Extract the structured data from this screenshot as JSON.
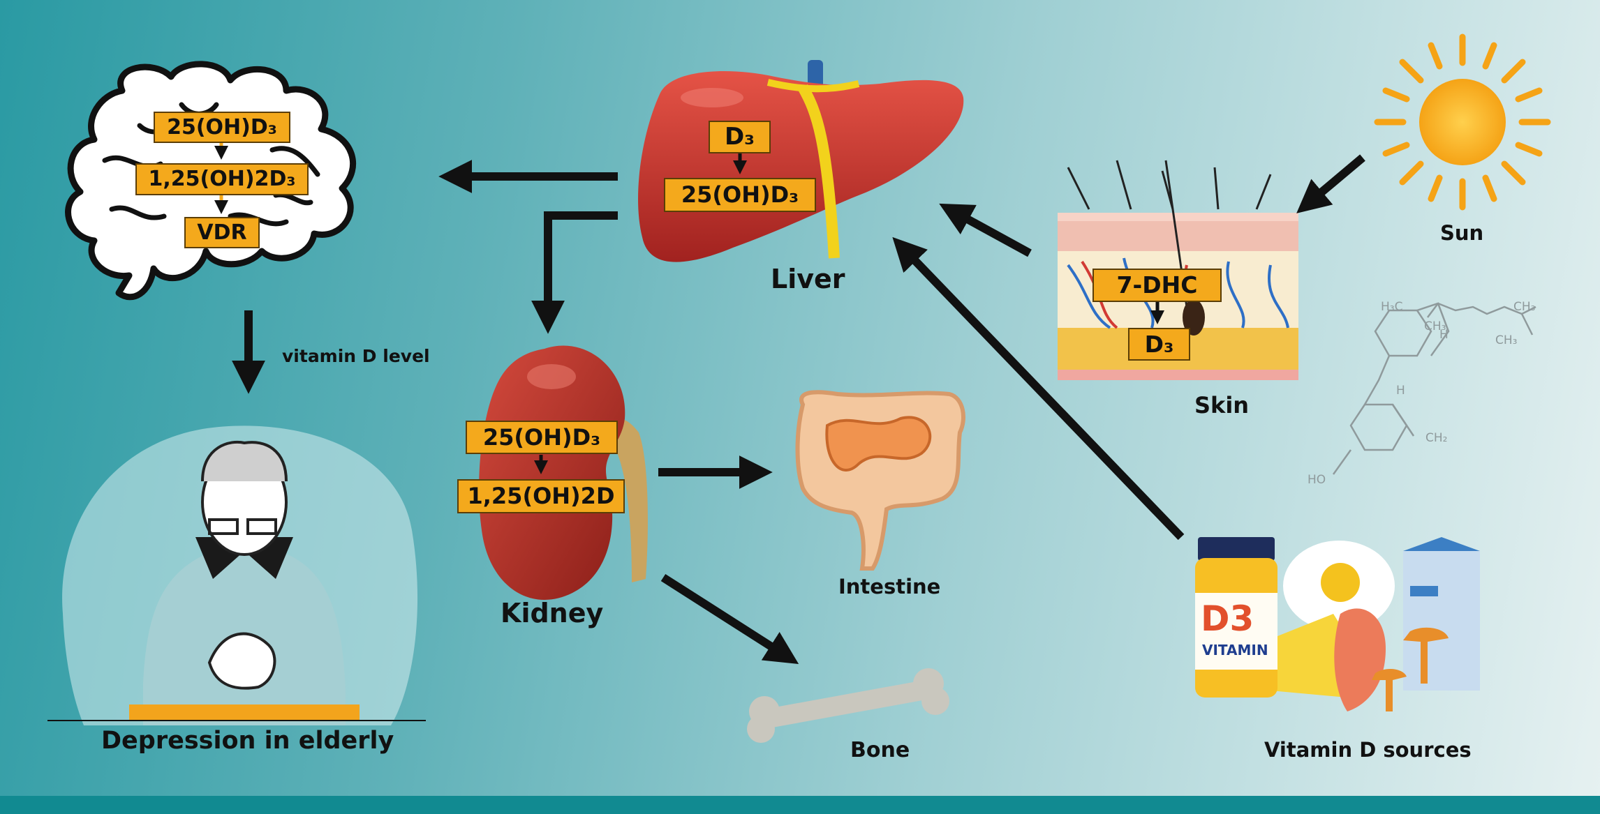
{
  "labels": {
    "liver": "Liver",
    "kidney": "Kidney",
    "skin": "Skin",
    "sun": "Sun",
    "intestine": "Intestine",
    "bone": "Bone",
    "vitamin_d_sources": "Vitamin D sources",
    "depression": "Depression in elderly",
    "vitamin_d_level": "vitamin D level"
  },
  "brain_boxes": [
    "25(OH)D₃",
    "1,25(OH)2D₃",
    "VDR"
  ],
  "liver_boxes": [
    "D₃",
    "25(OH)D₃"
  ],
  "kidney_boxes": [
    "25(OH)D₃",
    "1,25(OH)2D"
  ],
  "skin_boxes": [
    "7-DHC",
    "D₃"
  ],
  "molecule_labels": {
    "h3c": "H₃C",
    "ch3_top": "CH₃",
    "ch3_right": "CH₃",
    "ch3_ring": "CH₃",
    "h1": "H",
    "h2": "H",
    "ch2": "CH₂",
    "ho": "HO"
  },
  "bottle": {
    "d3": "D3",
    "vitamin": "VITAMIN"
  },
  "colors": {
    "box_fill": "#f4a91c",
    "arrow": "#111111",
    "liver": "#c8312c",
    "kidney": "#b5332a"
  }
}
